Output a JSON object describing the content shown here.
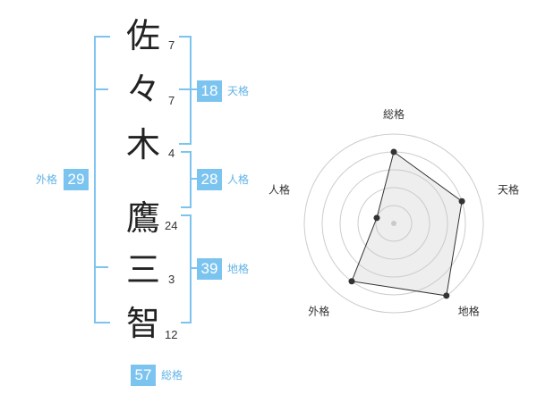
{
  "name_chars": [
    {
      "char": "佐",
      "strokes": "7"
    },
    {
      "char": "々",
      "strokes": "7"
    },
    {
      "char": "木",
      "strokes": "4"
    },
    {
      "char": "鷹",
      "strokes": "24"
    },
    {
      "char": "三",
      "strokes": "3"
    },
    {
      "char": "智",
      "strokes": "12"
    }
  ],
  "kaku": {
    "tenkaku": {
      "value": "18",
      "label": "天格"
    },
    "jinkaku": {
      "value": "28",
      "label": "人格"
    },
    "chikaku": {
      "value": "39",
      "label": "地格"
    },
    "gaikaku": {
      "value": "29",
      "label": "外格"
    },
    "soukaku": {
      "value": "57",
      "label": "総格"
    }
  },
  "colors": {
    "accent": "#7cc4f0",
    "label_text": "#62b3e6"
  },
  "chart_data": {
    "type": "radar",
    "axes": [
      "総格",
      "天格",
      "地格",
      "外格",
      "人格"
    ],
    "max": 5,
    "rings": 5,
    "values": [
      4,
      4,
      5,
      4,
      1
    ],
    "grid": true
  }
}
